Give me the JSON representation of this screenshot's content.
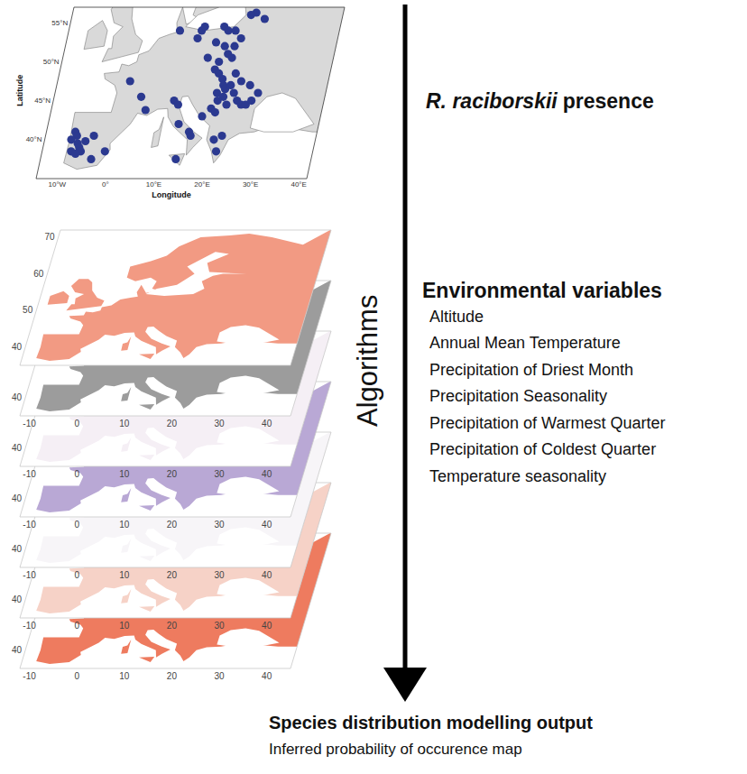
{
  "diagram": {
    "labels": [
      "R. raciborskii",
      "presence",
      "Latitude",
      "Longitude",
      "55°N",
      "50°N",
      "45°N",
      "40°N",
      "10°W",
      "0°",
      "10°E",
      "20°E",
      "30°E",
      "40°E",
      "Algorithms",
      "Environmental variables",
      "Altitude",
      "Annual Mean Temperature",
      "Precipitation of Driest Month",
      "Precipitation Seasonality",
      "Precipitation of Warmest Quarter",
      "Precipitation of Coldest Quarter",
      "Temperature seasonality",
      "70",
      "60",
      "50",
      "40",
      "40",
      "-10",
      "0",
      "10",
      "20",
      "30",
      "40",
      "40",
      "-10",
      "0",
      "10",
      "20",
      "30",
      "40",
      "40",
      "-10",
      "0",
      "10",
      "20",
      "30",
      "40",
      "40",
      "-10",
      "0",
      "10",
      "20",
      "30",
      "40",
      "40",
      "-10",
      "0",
      "10",
      "20",
      "30",
      "40",
      "40",
      "-10",
      "0",
      "10",
      "20",
      "30",
      "40",
      "Species distribution modelling output",
      "Inferred probability of occurence map"
    ]
  }
}
